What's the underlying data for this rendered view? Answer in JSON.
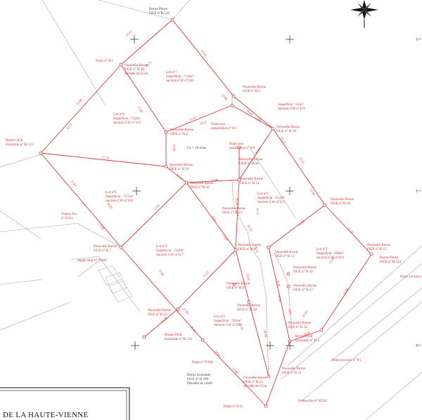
{
  "title_block": {
    "text": "DE LA HAUTE-VIENNE"
  },
  "grid_labels": {
    "y_top": "Y=",
    "y_mid": "Y=",
    "y_low": "Y="
  },
  "markers": {
    "borne_pierre_top": [
      "Borne Pierre",
      "OGE n°B.513"
    ],
    "point_p3": [
      "Point n° P.3"
    ],
    "nb_b30": [
      "Nouvelle Borne",
      "OGE n° B.30",
      "décalée de 0,5m"
    ],
    "lot7": [
      "Lot n°7",
      "Superficie : 714m²",
      "Section CW n°120"
    ],
    "nb_b1": [
      "Nouvelle Borne",
      "OGE n° B.1"
    ],
    "sup52": [
      "Superficie : 52m²",
      "Section CW n°121"
    ],
    "lot6": [
      "Lot n°6",
      "Superficie : 752m²",
      "Section CW n°119"
    ],
    "nb_b2": [
      "Nouvelle Borne",
      "OGE n° B.2"
    ],
    "point_p1": [
      "Point non",
      "matérialisé n° P.1"
    ],
    "nb_b19": [
      "Nouvelle Borne",
      "OGE n° B.19"
    ],
    "borne_b512": [
      "Borne OGE",
      "Existante n° B.512"
    ],
    "cs": [
      "Cs = 19:45m"
    ],
    "point_p0": [
      "Point non",
      "matérialisé n° P.0"
    ],
    "nb_b20": [
      "Nouvelle Borne",
      "OGE n° B.20"
    ],
    "nb_b31": [
      "Nouvelle Borne",
      "OGE n° B.31"
    ],
    "nb_b21": [
      "Nouvelle Borne",
      "OGE n° B.21"
    ],
    "nb_b32": [
      "Nouvelle Borne",
      "OGE n° B.32"
    ],
    "lot5": [
      "Lot n°5",
      "Superficie : 727m²",
      "Section CW n°118"
    ],
    "lot2": [
      "Lot n°2",
      "Superficie : 612m²",
      "Section CW n°115"
    ],
    "nb_b18": [
      "Nouvelle Borne",
      "OGE n° B.18"
    ],
    "poteau_p511": [
      "Poteau Fer",
      "n° P.511"
    ],
    "nb_b22": [
      "Nouvelle Borne",
      "OGE n° B.22"
    ],
    "nb_b13": [
      "Nouvelle Borne",
      "OGE n° B.13"
    ],
    "nb_b7": [
      "Nouvelle Borne",
      "OGE n° B.7"
    ],
    "angle_p266": [
      "Angle Mur n° P.266"
    ],
    "lot4": [
      "Lot n°4",
      "Superficie : 712m²",
      "Section CW n°117"
    ],
    "nb_b8": [
      "Nouvelle Borne",
      "OGE n° B.8"
    ],
    "nb_b17": [
      "Nouvelle Borne",
      "OGE n° B.17"
    ],
    "lot1": [
      "Lot n°1",
      "Superficie : 699m²",
      "Section CW n°114"
    ],
    "borne_b514": [
      "Borne Pierre",
      "OGE n° B.514"
    ],
    "point_mur": [
      "Point sur mur n°"
    ],
    "nb_b16": [
      "Nouvelle Borne",
      "OGE n° B.16"
    ],
    "nb_b9": [
      "Nouvelle Borne",
      "OGE n° B.9"
    ],
    "nb_b15": [
      "Nouvelle Borne",
      "OGE n° B.15"
    ],
    "nb_b10": [
      "Nouvelle Borne",
      "OGE n° B.10"
    ],
    "lot3": [
      "Lot n°3",
      "Superficie : 761m²",
      "Section CW n°116"
    ],
    "nb_b12": [
      "Nouvelle Borne",
      "OGE n° B.12"
    ],
    "nb_b14": [
      "Nouvelle Borne",
      "OGE n° B.14"
    ],
    "borne_b4": [
      "Borne OGE",
      "Existante n° B.4"
    ],
    "borne_b510": [
      "Borne OGE",
      "Existante n° B.510"
    ],
    "point_p509": [
      "Point n° P.509"
    ],
    "point_p5": [
      "Point sur mur n° P.5"
    ],
    "nb_b11": [
      "Nouvelle Borne",
      "OGE n° B.11"
    ],
    "borne_b100": [
      "Borne Existante",
      "OGE n° B.100",
      "Décalée de 1m00"
    ],
    "nb_b23": [
      "Nouvelle Borne",
      "OGE n° B.23",
      "décalée de 0,5m"
    ],
    "poteau_p502": [
      "Poteau Fer n° P.502"
    ],
    "point_p15": [
      "Point n° P.15"
    ]
  },
  "dims": [
    "12,55",
    "25,80",
    "27,92",
    "25,80",
    "21,82",
    "28,46",
    "23,09",
    "12,69",
    "26,09",
    "22,61",
    "21,33",
    "33,86",
    "26,03",
    "17,88",
    "21,97",
    "33,72",
    "12,10",
    "13,89",
    "17,63",
    "19,01",
    "19,81",
    "12,12",
    "14,40",
    "11,65",
    "12,44",
    "13,00",
    "30,93",
    "23,20",
    "39,80",
    "9,90",
    "13,67",
    "19,83",
    "12,70",
    "18,15",
    "6,18",
    "15,21",
    "33,86",
    "18,75",
    "32,17",
    "26,05",
    "27,92",
    "24,61",
    "21,79",
    "21,61",
    "13,59",
    "13,49",
    "18,13",
    "16,12"
  ]
}
